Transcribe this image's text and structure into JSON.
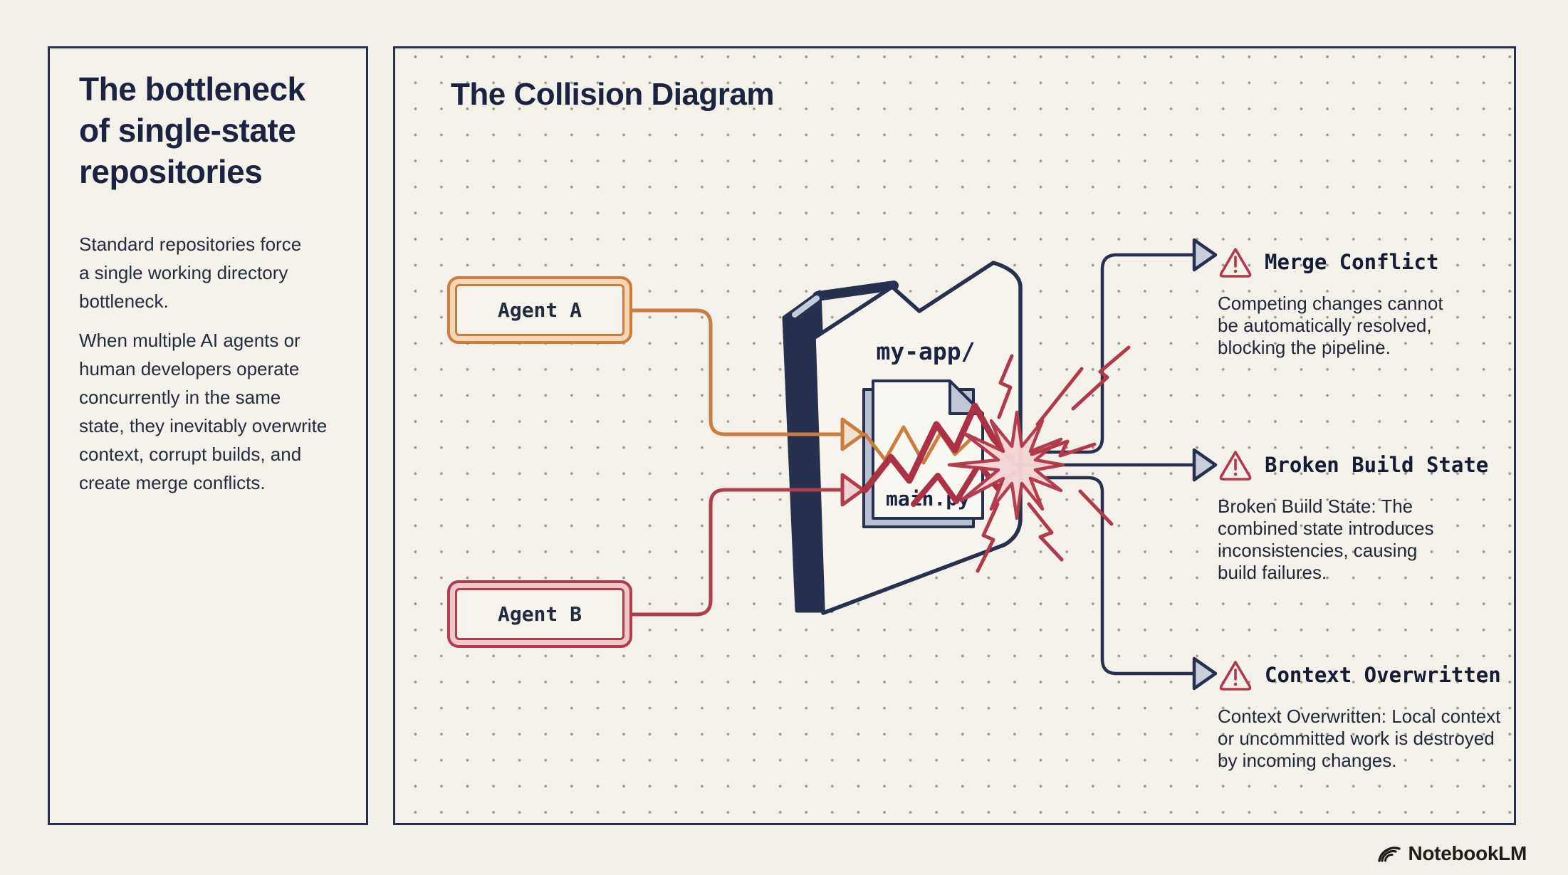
{
  "left_panel": {
    "title": [
      "The bottleneck",
      "of single-state",
      "repositories"
    ],
    "paragraph_1": "Standard repositories force\na single working directory\nbottleneck.",
    "paragraph_2": [
      "When multiple AI agents or",
      "human developers operate",
      "concurrently in the same",
      "state, they inevitably overwrite",
      "context, corrupt builds, and",
      "create merge conflicts."
    ]
  },
  "diagram": {
    "title": "The Collision Diagram",
    "agent_a_label": "Agent A",
    "agent_b_label": "Agent B",
    "folder_label": "my-app/",
    "file_label": "main.py",
    "callouts": [
      {
        "title": "Merge Conflict",
        "description": "Competing changes cannot be automatically resolved, blocking the pipeline."
      },
      {
        "title": "Broken Build State",
        "description": "Broken Build State: The combined state introduces inconsistencies, causing build failures."
      },
      {
        "title": "Context Overwritten",
        "description": "Context Overwritten: Local context or uncommitted work is destroyed by incoming changes."
      }
    ]
  },
  "footer": {
    "brand": "NotebookLM"
  },
  "colors": {
    "background": "#f1efe7",
    "navy": "#27304f",
    "orange_accent": "#cc7d3e",
    "crimson_accent": "#b13c4b",
    "warning_red": "#b2394a",
    "explosion_fill": "#f4d6d6"
  }
}
